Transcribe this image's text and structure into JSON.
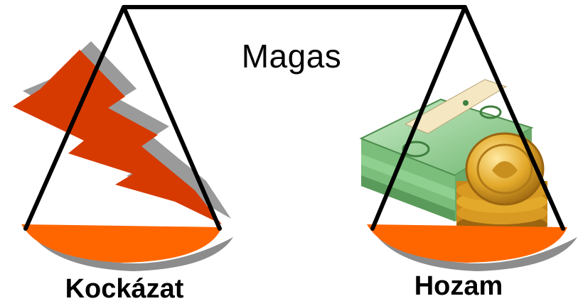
{
  "title": "Magas",
  "left_pan": {
    "label": "Kockázat",
    "icon": "lightning-bolt-icon"
  },
  "right_pan": {
    "label": "Hozam",
    "icon": "money-and-coins-icon"
  },
  "colors": {
    "pan": "#ff6600",
    "pan_shadow": "#8c8c8c",
    "bolt": "#d63a00",
    "bolt_shadow": "#9a9a9a",
    "rope": "#000000",
    "bills": "#8fcf8f",
    "coins": "#e3a92a"
  }
}
